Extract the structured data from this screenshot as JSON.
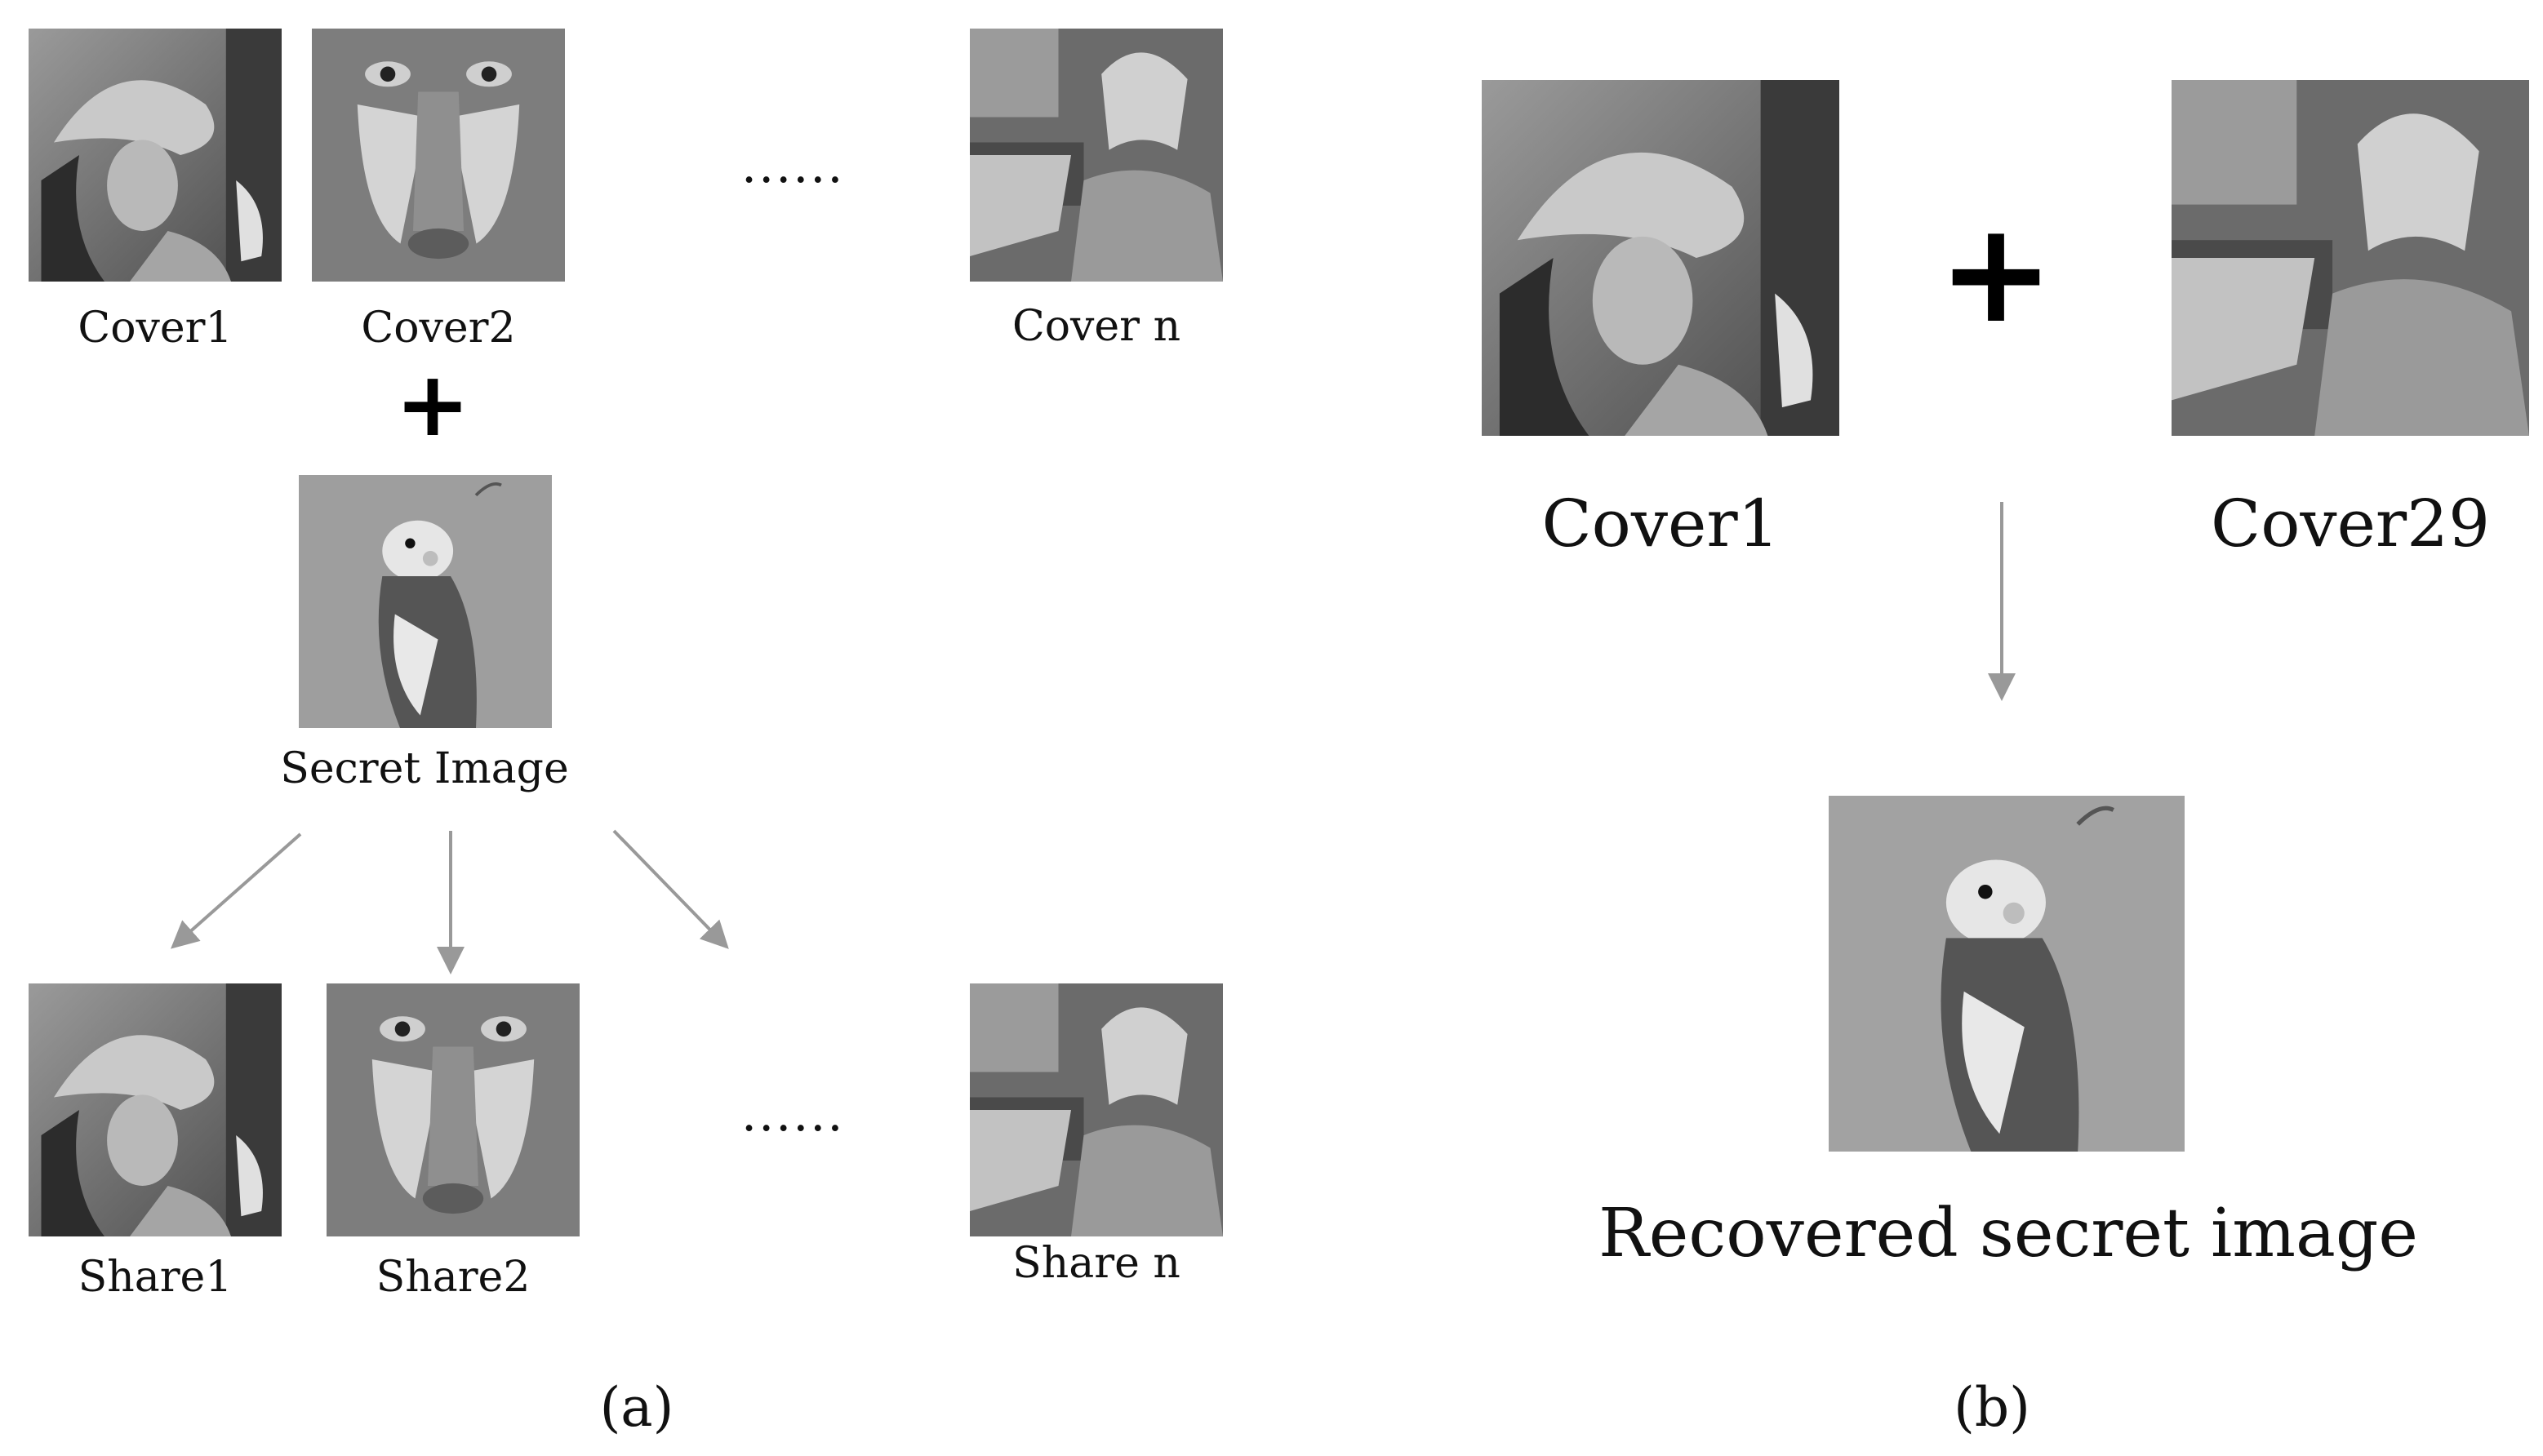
{
  "panel_a": {
    "covers": [
      "Cover1",
      "Cover2",
      "Cover n"
    ],
    "plus_sign": "+",
    "secret_label": "Secret Image",
    "shares": [
      "Share1",
      "Share2",
      "Share n"
    ],
    "ellipsis": "......",
    "caption": "(a)"
  },
  "panel_b": {
    "covers": [
      "Cover1",
      "Cover29"
    ],
    "plus_sign": "+",
    "result_label": "Recovered secret image",
    "caption": "(b)"
  },
  "images": {
    "lena": "portrait-woman-hat-image",
    "baboon": "baboon-face-image",
    "barbara": "seated-woman-scarf-image",
    "cockatiel": "cockatiel-bird-image"
  },
  "colors": {
    "arrow": "#999999",
    "text": "#111111",
    "background": "#ffffff"
  }
}
